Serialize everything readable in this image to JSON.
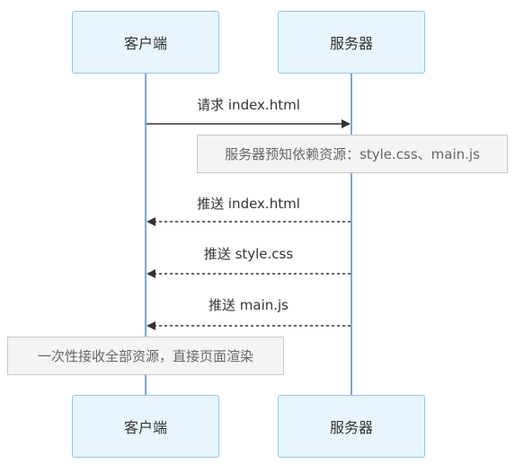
{
  "participants": [
    {
      "label": "客户端"
    },
    {
      "label": "服务器"
    }
  ],
  "messages": [
    {
      "label": "请求 index.html",
      "direction": "client-to-server",
      "style": "solid"
    },
    {
      "label": "推送 index.html",
      "direction": "server-to-client",
      "style": "dashed"
    },
    {
      "label": "推送 style.css",
      "direction": "server-to-client",
      "style": "dashed"
    },
    {
      "label": "推送 main.js",
      "direction": "server-to-client",
      "style": "dashed"
    }
  ],
  "notes": [
    {
      "text": "服务器预知依赖资源：style.css、main.js"
    },
    {
      "text": "一次性接收全部资源，直接页面渲染"
    }
  ],
  "colors": {
    "actor_fill": "#e8f5fd",
    "actor_border": "#9ac4e8",
    "lifeline": "#6fa8ef",
    "arrow": "#333333",
    "note_fill": "#f4f4f4",
    "note_border": "#c7c7c7"
  }
}
